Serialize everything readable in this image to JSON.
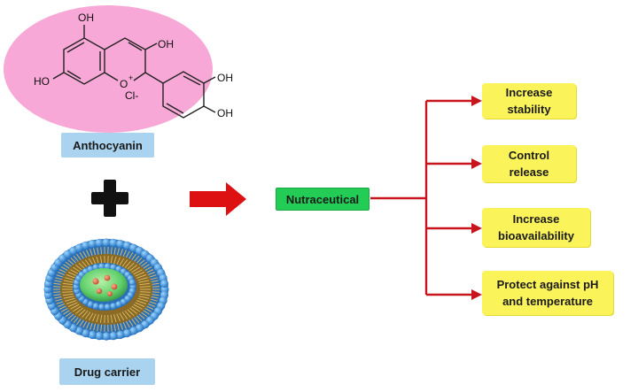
{
  "molecule": {
    "groups": [
      "OH",
      "OH",
      "HO",
      "OH",
      "OH",
      "O",
      "+",
      "Cl-"
    ]
  },
  "left": {
    "molecule_label": "Anthocyanin",
    "carrier_label": "Drug carrier",
    "plus_icon": "plus-icon"
  },
  "center": {
    "nutraceutical_label": "Nutraceutical"
  },
  "outcomes": [
    {
      "line1": "Increase",
      "line2": "stability"
    },
    {
      "line1": "Control",
      "line2": "release"
    },
    {
      "line1": "Increase",
      "line2": "bioavailability"
    },
    {
      "line1": "Protect against pH",
      "line2": "and temperature"
    }
  ],
  "colors": {
    "molecule_bg": "#f7a8d6",
    "label_blue": "#a9d3ee",
    "nutraceutical_green": "#22cc55",
    "outcome_yellow": "#fbf35a",
    "arrow_red": "#dd1111",
    "connector_red": "#c8141c"
  }
}
